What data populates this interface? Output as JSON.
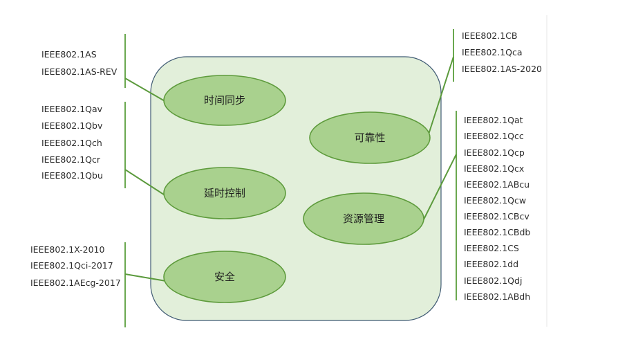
{
  "categories": {
    "time_sync": {
      "label": "时间同步",
      "standards": [
        "IEEE802.1AS",
        "IEEE802.1AS-REV"
      ]
    },
    "latency_control": {
      "label": "延时控制",
      "standards": [
        "IEEE802.1Qav",
        "IEEE802.1Qbv",
        "IEEE802.1Qch",
        "IEEE802.1Qcr",
        "IEEE802.1Qbu"
      ]
    },
    "security": {
      "label": "安全",
      "standards": [
        "IEEE802.1X-2010",
        "IEEE802.1Qci-2017",
        "IEEE802.1AEcg-2017"
      ]
    },
    "reliability": {
      "label": "可靠性",
      "standards": [
        "IEEE802.1CB",
        "IEEE802.1Qca",
        "IEEE802.1AS-2020"
      ]
    },
    "resource_management": {
      "label": "资源管理",
      "standards": [
        "IEEE802.1Qat",
        "IEEE802.1Qcc",
        "IEEE802.1Qcp",
        "IEEE802.1Qcx",
        "IEEE802.1ABcu",
        "IEEE802.1Qcw",
        "IEEE802.1CBcv",
        "IEEE802.1CBdb",
        "IEEE802.1CS",
        "IEEE802.1dd",
        "IEEE802.1Qdj",
        "IEEE802.1ABdh"
      ]
    }
  }
}
